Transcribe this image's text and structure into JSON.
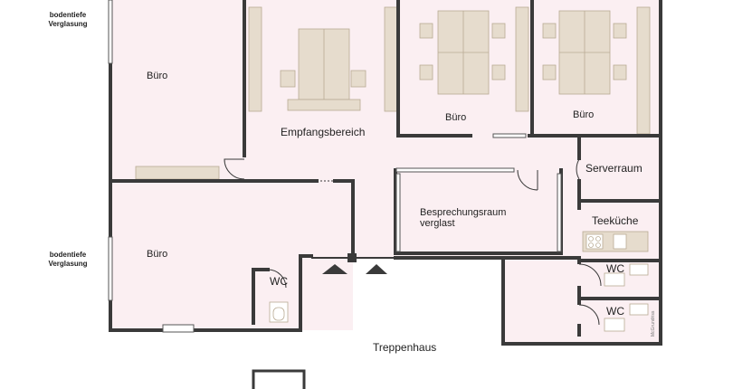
{
  "labels": {
    "glazing_top": "bodentiefe\nVerglasung",
    "glazing_mid": "bodentiefe\nVerglasung",
    "office_top_left": "Büro",
    "office_bottom_left": "Büro",
    "office_mid": "Büro",
    "office_right": "Büro",
    "reception": "Empfangsbereich",
    "server_room": "Serverraum",
    "tea_kitchen": "Teeküche",
    "meeting_room_line1": "Besprechungsraum",
    "meeting_room_line2": "verglast",
    "wc_left": "WC",
    "wc_right_top": "WC",
    "wc_right_bottom": "WC",
    "stairwell": "Treppenhaus",
    "watermark": "McGrundriss"
  },
  "colors": {
    "wall": "#3a3a3a",
    "floor": "#fbeff2",
    "furniture": "#e6dccd",
    "furniture_stroke": "#b9ab94"
  }
}
